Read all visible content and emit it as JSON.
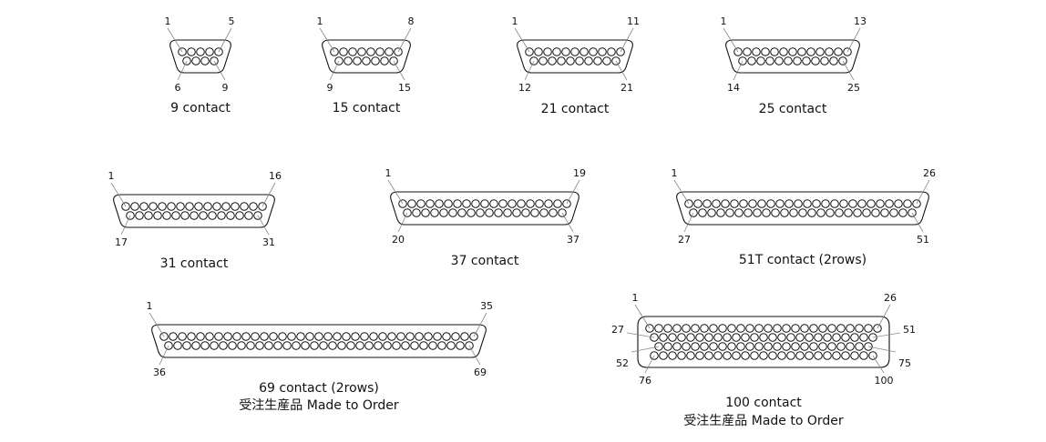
{
  "connectors": [
    {
      "id": "c9",
      "label": "9 contact",
      "rows": [
        5,
        4
      ],
      "pin_labels": [
        "1",
        "5",
        "6",
        "9"
      ]
    },
    {
      "id": "c15",
      "label": "15 contact",
      "rows": [
        8,
        7
      ],
      "pin_labels": [
        "1",
        "8",
        "9",
        "15"
      ]
    },
    {
      "id": "c21",
      "label": "21 contact",
      "rows": [
        11,
        10
      ],
      "pin_labels": [
        "1",
        "11",
        "12",
        "21"
      ]
    },
    {
      "id": "c25",
      "label": "25 contact",
      "rows": [
        13,
        12
      ],
      "pin_labels": [
        "1",
        "13",
        "14",
        "25"
      ]
    },
    {
      "id": "c31",
      "label": "31 contact",
      "rows": [
        16,
        15
      ],
      "pin_labels": [
        "1",
        "16",
        "17",
        "31"
      ]
    },
    {
      "id": "c37",
      "label": "37 contact",
      "rows": [
        19,
        18
      ],
      "pin_labels": [
        "1",
        "19",
        "20",
        "37"
      ]
    },
    {
      "id": "c51",
      "label": "51T contact (2rows)",
      "rows": [
        26,
        25
      ],
      "pin_labels": [
        "1",
        "26",
        "27",
        "51"
      ]
    },
    {
      "id": "c69",
      "label": "69 contact (2rows)",
      "sublabel": "受注生産品  Made to Order",
      "rows": [
        35,
        34
      ],
      "pin_labels": [
        "1",
        "35",
        "36",
        "69"
      ]
    },
    {
      "id": "c100",
      "label": "100 contact",
      "sublabel": "受注生産品  Made to Order",
      "rows": [
        26,
        25,
        24,
        25
      ],
      "pin_labels": [
        "1",
        "26",
        "27",
        "51",
        "52",
        "75",
        "76",
        "100"
      ]
    }
  ]
}
